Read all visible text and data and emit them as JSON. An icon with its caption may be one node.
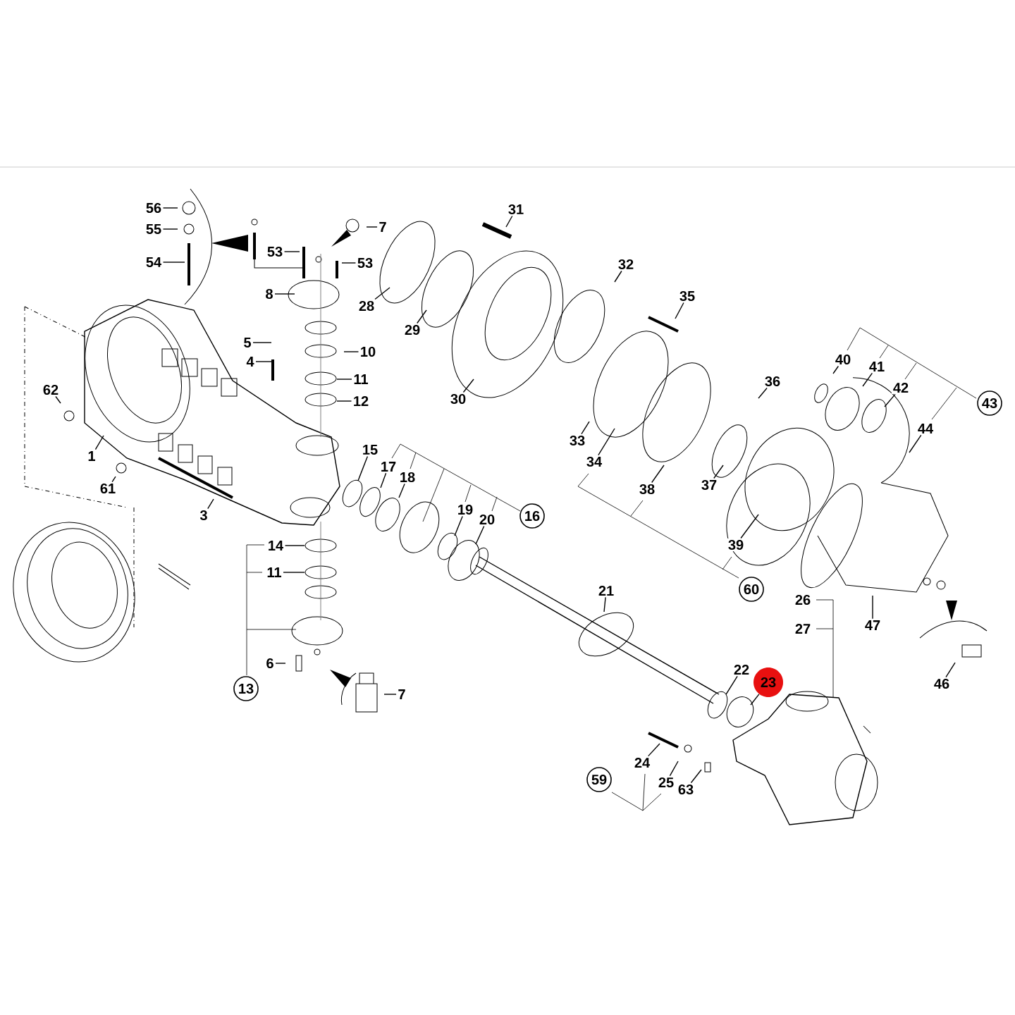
{
  "diagram": {
    "nodes": [
      {
        "text": [
          "56"
        ]
      },
      {
        "text": [
          "55"
        ]
      },
      {
        "text": [
          "54"
        ]
      },
      {
        "text": [
          "53"
        ]
      },
      {
        "text": [
          "7"
        ]
      },
      {
        "text": [
          "53"
        ]
      },
      {
        "text": [
          "8"
        ]
      },
      {
        "text": [
          "28"
        ]
      },
      {
        "text": [
          "29"
        ]
      },
      {
        "text": [
          "31"
        ]
      },
      {
        "text": [
          "32"
        ]
      },
      {
        "text": [
          "30"
        ]
      },
      {
        "text": [
          "35"
        ]
      },
      {
        "text": [
          "5"
        ]
      },
      {
        "text": [
          "10"
        ]
      },
      {
        "text": [
          "4"
        ]
      },
      {
        "text": [
          "11"
        ]
      },
      {
        "text": [
          "12"
        ]
      },
      {
        "text": [
          "62"
        ]
      },
      {
        "text": [
          "1"
        ]
      },
      {
        "text": [
          "61"
        ]
      },
      {
        "text": [
          "3"
        ]
      },
      {
        "text": [
          "15"
        ]
      },
      {
        "text": [
          "17"
        ]
      },
      {
        "text": [
          "18"
        ]
      },
      {
        "text": [
          "33"
        ]
      },
      {
        "text": [
          "34"
        ]
      },
      {
        "text": [
          "38"
        ]
      },
      {
        "text": [
          "36"
        ]
      },
      {
        "text": [
          "37"
        ]
      },
      {
        "text": [
          "40"
        ]
      },
      {
        "text": [
          "41"
        ]
      },
      {
        "text": [
          "42"
        ]
      },
      {
        "text": [
          "44"
        ]
      },
      {
        "text": [
          "43"
        ]
      },
      {
        "text": [
          "19"
        ]
      },
      {
        "text": [
          "20"
        ]
      },
      {
        "text": [
          "16"
        ]
      },
      {
        "text": [
          "39"
        ]
      },
      {
        "text": [
          "60"
        ]
      },
      {
        "text": [
          "14"
        ]
      },
      {
        "text": [
          "11"
        ]
      },
      {
        "text": [
          "13"
        ]
      },
      {
        "text": [
          "6"
        ]
      },
      {
        "text": [
          "7"
        ]
      },
      {
        "text": [
          "21"
        ]
      },
      {
        "text": [
          "26"
        ]
      },
      {
        "text": [
          "27"
        ]
      },
      {
        "text": [
          "47"
        ]
      },
      {
        "text": [
          "46"
        ]
      },
      {
        "text": [
          "22"
        ]
      },
      {
        "text": [
          "23"
        ]
      },
      {
        "text": [
          "24"
        ]
      },
      {
        "text": [
          "25"
        ]
      },
      {
        "text": [
          "63"
        ]
      },
      {
        "text": [
          "59"
        ]
      }
    ],
    "edges": [
      {
        "from": 0,
        "to": null,
        "arrow": "none"
      },
      {
        "from": 1,
        "to": null,
        "arrow": "none"
      },
      {
        "from": 2,
        "to": null,
        "arrow": "none"
      },
      {
        "from": 3,
        "to": null,
        "arrow": "none"
      },
      {
        "from": 4,
        "to": null,
        "arrow": "none"
      },
      {
        "from": 5,
        "to": null,
        "arrow": "none"
      },
      {
        "from": 6,
        "to": null,
        "arrow": "none"
      },
      {
        "from": 7,
        "to": null,
        "arrow": "none"
      },
      {
        "from": 8,
        "to": null,
        "arrow": "none"
      },
      {
        "from": 9,
        "to": null,
        "arrow": "none"
      },
      {
        "from": 10,
        "to": null,
        "arrow": "none"
      },
      {
        "from": 11,
        "to": null,
        "arrow": "none"
      },
      {
        "from": 12,
        "to": null,
        "arrow": "none"
      },
      {
        "from": 13,
        "to": null,
        "arrow": "none"
      },
      {
        "from": 14,
        "to": null,
        "arrow": "none"
      },
      {
        "from": 15,
        "to": null,
        "arrow": "none"
      },
      {
        "from": 16,
        "to": null,
        "arrow": "none"
      },
      {
        "from": 17,
        "to": null,
        "arrow": "none"
      },
      {
        "from": 18,
        "to": null,
        "arrow": "none"
      },
      {
        "from": 19,
        "to": null,
        "arrow": "none"
      },
      {
        "from": 20,
        "to": null,
        "arrow": "none"
      },
      {
        "from": 21,
        "to": null,
        "arrow": "none"
      },
      {
        "from": 22,
        "to": null,
        "arrow": "none"
      },
      {
        "from": 23,
        "to": null,
        "arrow": "none"
      },
      {
        "from": 24,
        "to": null,
        "arrow": "none"
      },
      {
        "from": 25,
        "to": null,
        "arrow": "none"
      },
      {
        "from": 26,
        "to": null,
        "arrow": "none"
      },
      {
        "from": 27,
        "to": null,
        "arrow": "none"
      },
      {
        "from": 28,
        "to": null,
        "arrow": "none"
      },
      {
        "from": 29,
        "to": null,
        "arrow": "none"
      },
      {
        "from": 30,
        "to": null,
        "arrow": "none"
      },
      {
        "from": 31,
        "to": null,
        "arrow": "none"
      },
      {
        "from": 32,
        "to": null,
        "arrow": "none"
      },
      {
        "from": 33,
        "to": null,
        "arrow": "none"
      },
      {
        "from": 35,
        "to": null,
        "arrow": "none"
      },
      {
        "from": 36,
        "to": null,
        "arrow": "none"
      },
      {
        "from": 38,
        "to": null,
        "arrow": "none"
      },
      {
        "from": 40,
        "to": null,
        "arrow": "none"
      },
      {
        "from": 41,
        "to": null,
        "arrow": "none"
      },
      {
        "from": 43,
        "to": null,
        "arrow": "none"
      },
      {
        "from": 44,
        "to": null,
        "arrow": "none"
      },
      {
        "from": 45,
        "to": null,
        "arrow": "none"
      },
      {
        "from": 48,
        "to": null,
        "arrow": "none"
      },
      {
        "from": 49,
        "to": null,
        "arrow": "none"
      },
      {
        "from": 50,
        "to": null,
        "arrow": "none"
      },
      {
        "from": 51,
        "to": null,
        "arrow": "none"
      },
      {
        "from": 52,
        "to": null,
        "arrow": "none"
      },
      {
        "from": 53,
        "to": null,
        "arrow": "none"
      },
      {
        "from": 54,
        "to": null,
        "arrow": "none"
      }
    ]
  }
}
